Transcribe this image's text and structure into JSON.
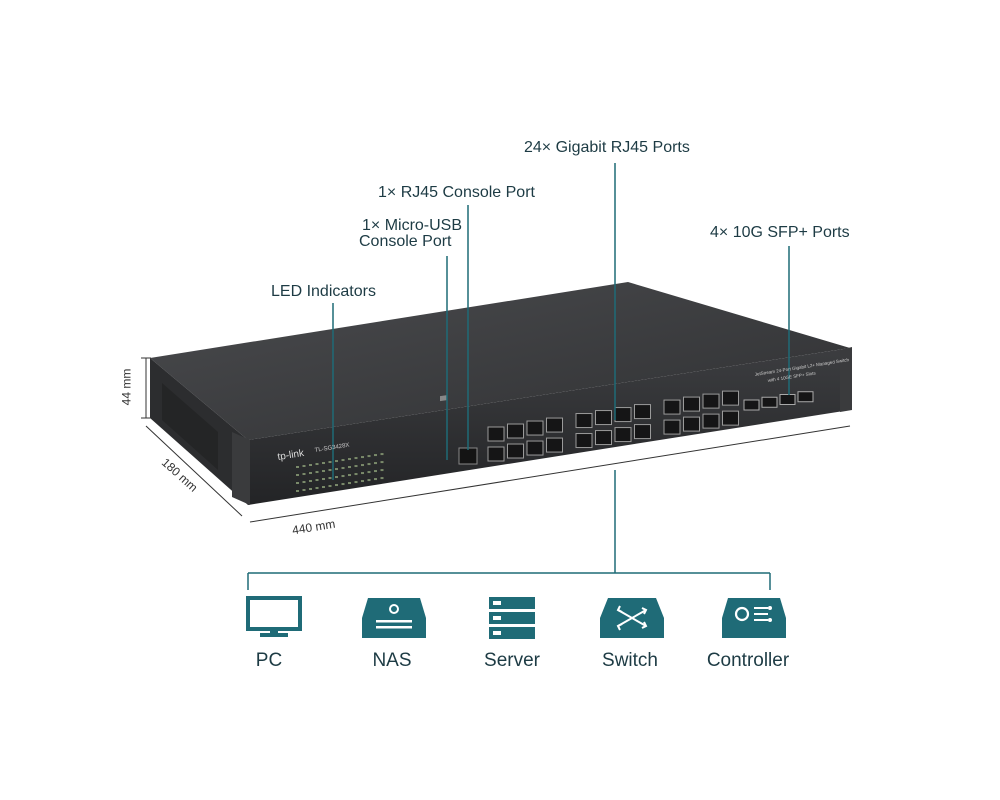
{
  "callouts": {
    "gigabit_ports": "24× Gigabit RJ45 Ports",
    "rj45_console": "1× RJ45 Console Port",
    "usb_console_line1": "1× Micro-USB",
    "usb_console_line2": "Console Port",
    "sfp_ports": "4× 10G SFP+ Ports",
    "led": "LED Indicators"
  },
  "dimensions": {
    "height": "44 mm",
    "depth": "180 mm",
    "width": "440 mm"
  },
  "device_panel": {
    "brand": "tp-link",
    "model": "TL-SG3428X",
    "description_line1": "JetStream 24-Port Gigabit L2+ Managed Switch",
    "description_line2": "with 4 10GE SFP+ Slots"
  },
  "connected_devices": [
    {
      "label": "PC",
      "icon": "pc-icon"
    },
    {
      "label": "NAS",
      "icon": "nas-icon"
    },
    {
      "label": "Server",
      "icon": "server-icon"
    },
    {
      "label": "Switch",
      "icon": "switch-icon"
    },
    {
      "label": "Controller",
      "icon": "controller-icon"
    }
  ],
  "colors": {
    "teal": "#1f6b77",
    "text": "#1d3b44",
    "chassis_top": "#3a3b3d",
    "chassis_front": "#2b2c2e"
  }
}
